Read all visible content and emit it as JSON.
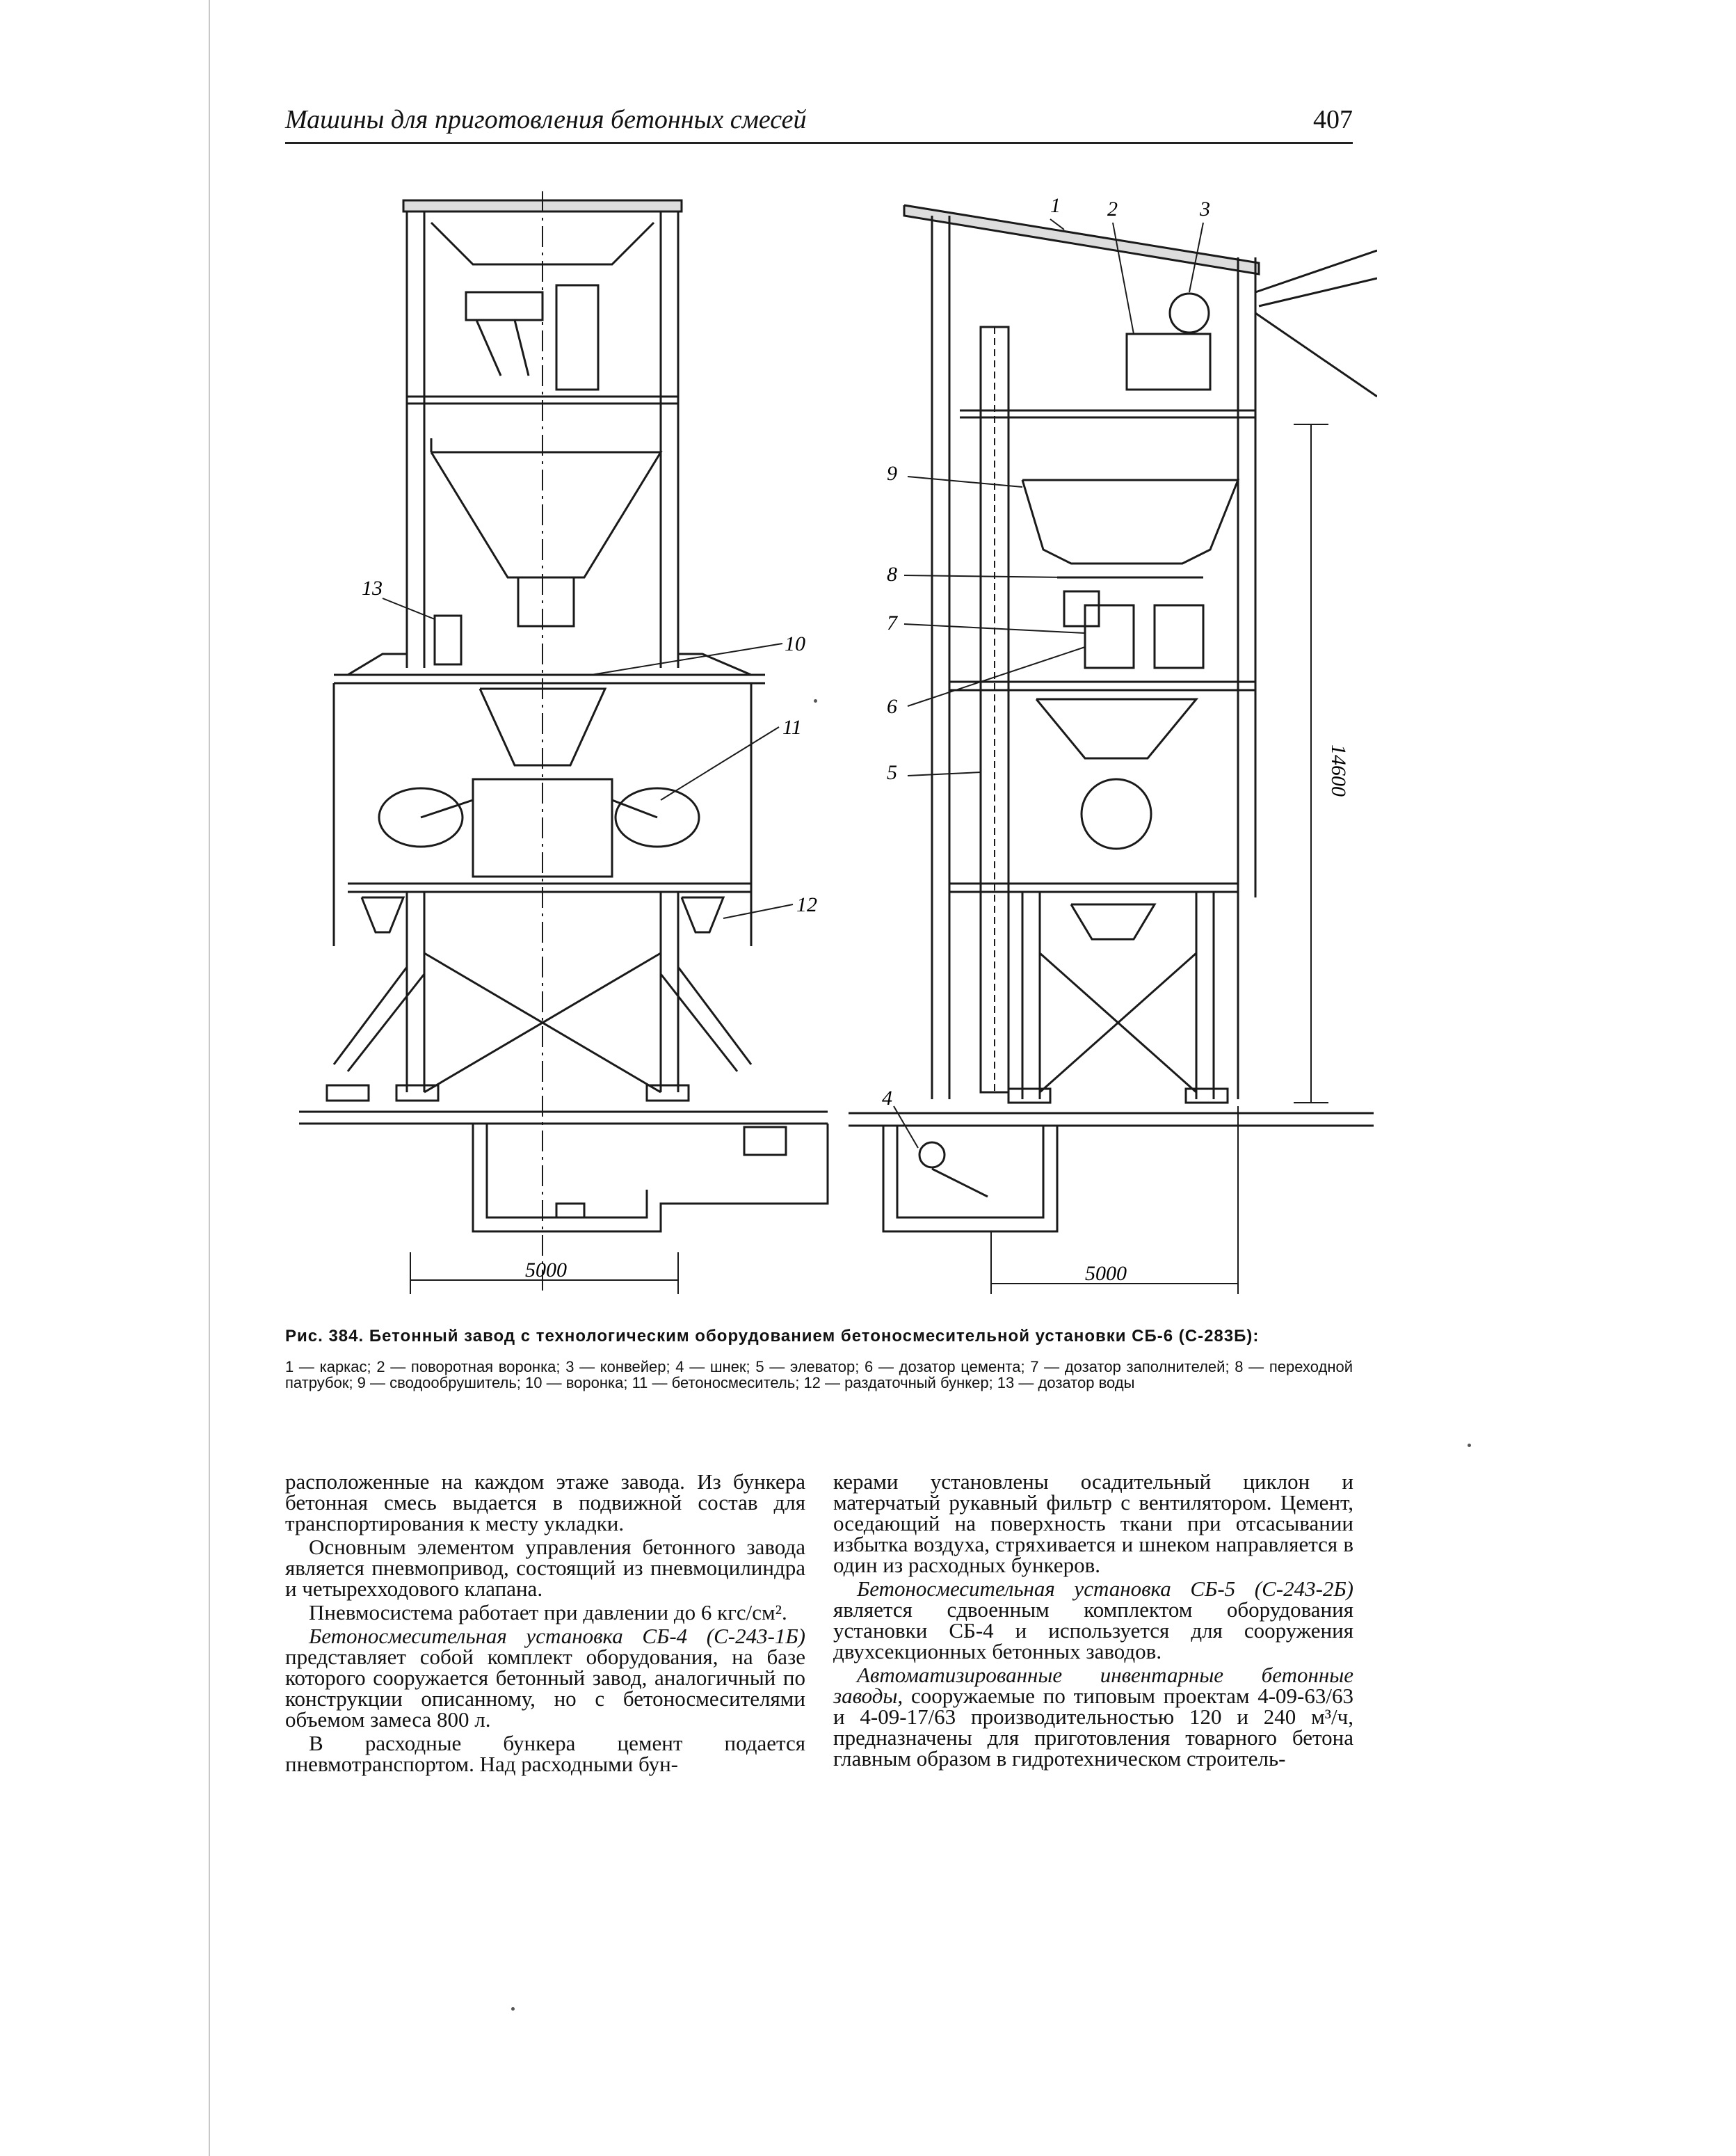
{
  "header": {
    "title": "Машины для приготовления бетонных смесей",
    "page_number": "407"
  },
  "figure": {
    "left_labels": [
      "13",
      "10",
      "11",
      "12"
    ],
    "right_labels": [
      "1",
      "2",
      "3",
      "9",
      "8",
      "7",
      "6",
      "5",
      "4"
    ],
    "dim_left": "5000",
    "dim_right": "5000",
    "dim_height": "14600"
  },
  "caption": {
    "title": "Рис. 384. Бетонный завод с технологическим оборудованием бетоносмесительной установки СБ-6 (С-283Б):",
    "legend": "1 — каркас; 2 — поворотная воронка; 3 — конвейер; 4 — шнек; 5 — элеватор; 6 — дозатор цемента; 7 — дозатор заполнителей; 8 — переходной патрубок; 9 — сводообрушитель; 10 — воронка; 11 — бетоносмеситель; 12 — раздаточный бункер; 13 — дозатор воды"
  },
  "body": {
    "left_p1": "расположенные на каждом этаже завода. Из бункера бетонная смесь выдается в подвижной состав для транспортирования к месту укладки.",
    "left_p2": "Основным элементом управления бетонного завода является пневмопривод, состоящий из пневмоцилиндра и четырехходового клапана.",
    "left_p3": "Пневмосистема работает при давлении до 6 кгс/см².",
    "left_p4_italic": "Бетоносмесительная установка СБ-4 (С-243-1Б)",
    "left_p4_rest": " представляет собой комплект оборудования, на базе которого сооружается бетонный завод, аналогичный по конструкции описанному, но с бетоносмесителями объемом замеса 800 л.",
    "left_p5": "В расходные бункера цемент подается пневмотранспортом. Над расходными бун-",
    "right_p1": "керами установлены осадительный циклон и матерчатый рукавный фильтр с вентилятором. Цемент, оседающий на поверхность ткани при отсасывании избытка воздуха, стряхивается и шнеком направляется в один из расходных бункеров.",
    "right_p2_italic": "Бетоносмесительная установка СБ-5 (С-243-2Б)",
    "right_p2_rest": " является сдвоенным комплектом оборудования установки СБ-4 и используется для сооружения двухсекционных бетонных заводов.",
    "right_p3_italic": "Автоматизированные инвентарные бетонные заводы,",
    "right_p3_rest": " сооружаемые по типовым проектам 4-09-63/63 и 4-09-17/63 производительностью 120 и 240 м³/ч, предназначены для приготовления товарного бетона главным образом в гидротехническом строитель-"
  }
}
